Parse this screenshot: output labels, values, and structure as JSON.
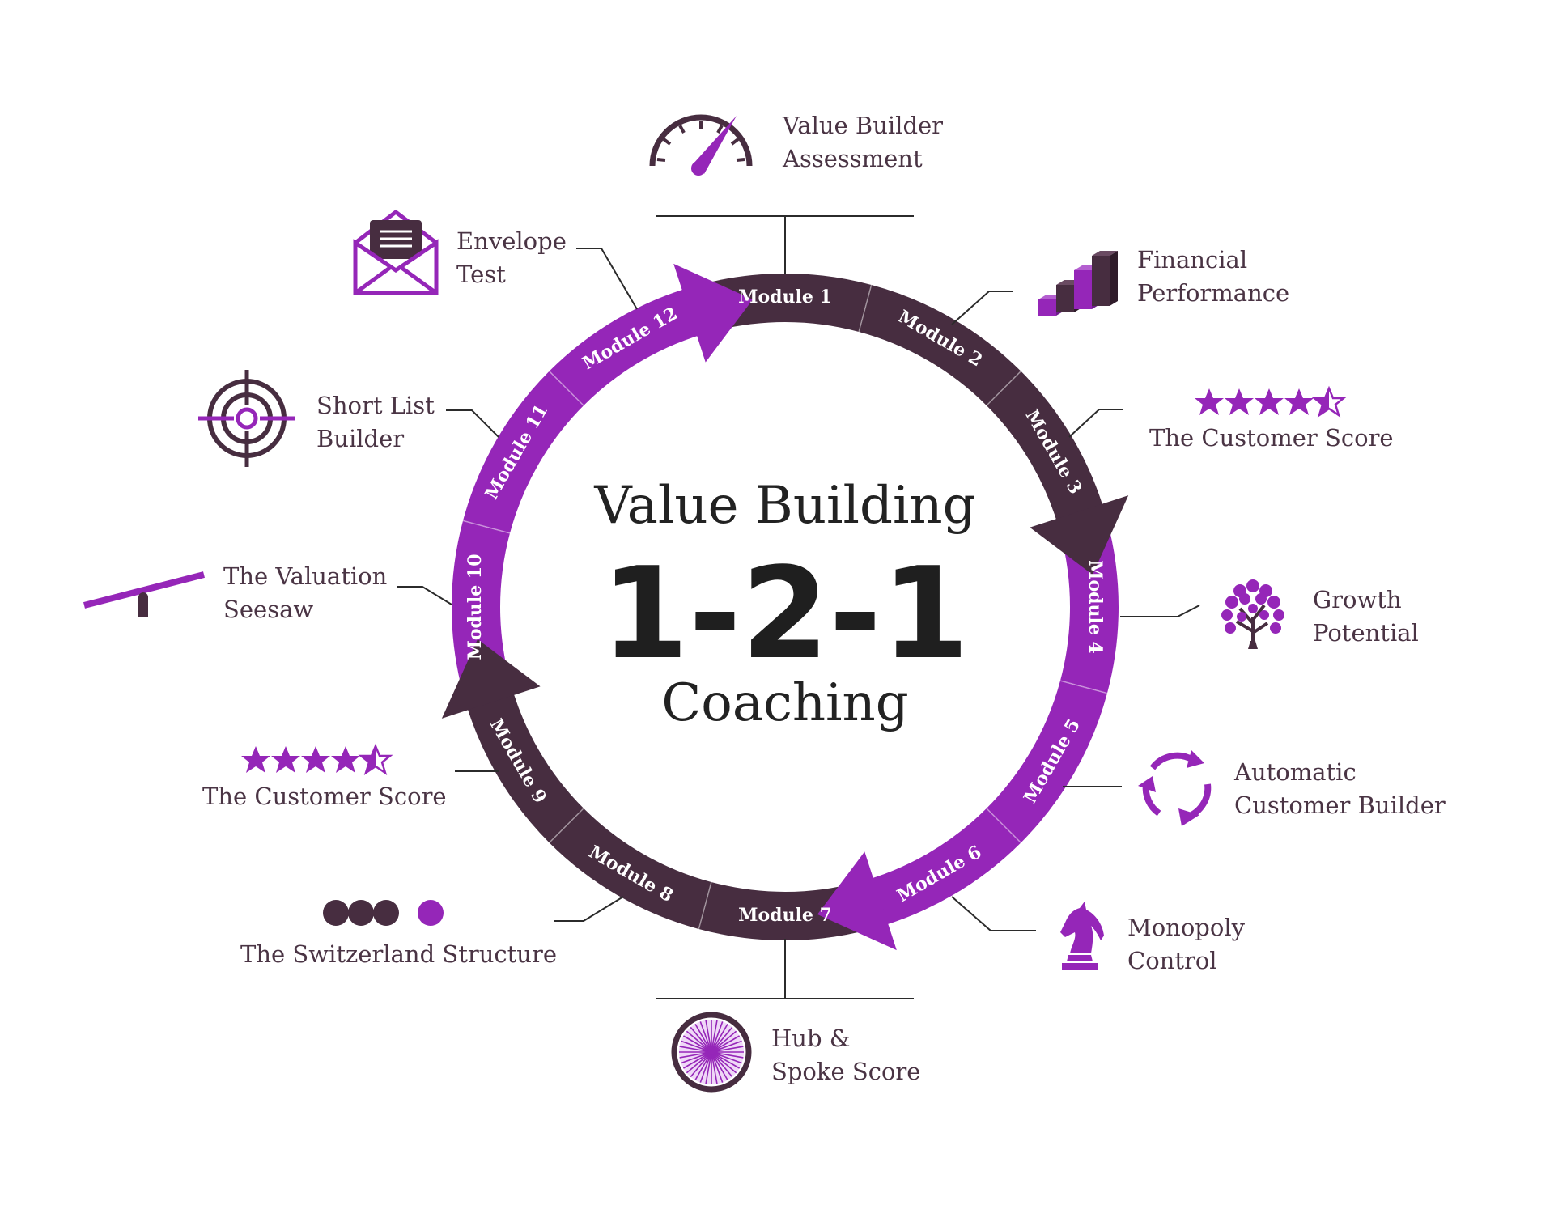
{
  "center": {
    "title": "Value Building",
    "headline": "1-2-1",
    "subtitle": "Coaching"
  },
  "colors": {
    "dark": "#472d40",
    "purple": "#9526b8",
    "text": "#4a3444",
    "line": "#2b2b2b"
  },
  "modules": [
    {
      "label": "Module 1",
      "color": "dark"
    },
    {
      "label": "Module 2",
      "color": "dark"
    },
    {
      "label": "Module 3",
      "color": "dark"
    },
    {
      "label": "Module 4",
      "color": "purple"
    },
    {
      "label": "Module 5",
      "color": "purple"
    },
    {
      "label": "Module 6",
      "color": "purple"
    },
    {
      "label": "Module 7",
      "color": "dark"
    },
    {
      "label": "Module 8",
      "color": "dark"
    },
    {
      "label": "Module 9",
      "color": "dark"
    },
    {
      "label": "Module 10",
      "color": "purple"
    },
    {
      "label": "Module 11",
      "color": "purple"
    },
    {
      "label": "Module 12",
      "color": "purple"
    }
  ],
  "items": [
    {
      "line1": "Value Builder",
      "line2": "Assessment",
      "icon": "speedometer-icon"
    },
    {
      "line1": "Financial",
      "line2": "Performance",
      "icon": "bar-chart-icon"
    },
    {
      "line1": "The Customer Score",
      "line2": "",
      "icon": "star-rating-icon"
    },
    {
      "line1": "Growth",
      "line2": "Potential",
      "icon": "tree-icon"
    },
    {
      "line1": "Automatic",
      "line2": "Customer Builder",
      "icon": "cycle-arrows-icon"
    },
    {
      "line1": "Monopoly",
      "line2": "Control",
      "icon": "chess-knight-icon"
    },
    {
      "line1": "Hub &",
      "line2": "Spoke Score",
      "icon": "wheel-icon"
    },
    {
      "line1": "The Switzerland Structure",
      "line2": "",
      "icon": "dots-icon"
    },
    {
      "line1": "The Customer Score",
      "line2": "",
      "icon": "star-rating-icon"
    },
    {
      "line1": "The Valuation",
      "line2": "Seesaw",
      "icon": "seesaw-icon"
    },
    {
      "line1": "Short List",
      "line2": "Builder",
      "icon": "target-icon"
    },
    {
      "line1": "Envelope",
      "line2": "Test",
      "icon": "envelope-icon"
    }
  ]
}
